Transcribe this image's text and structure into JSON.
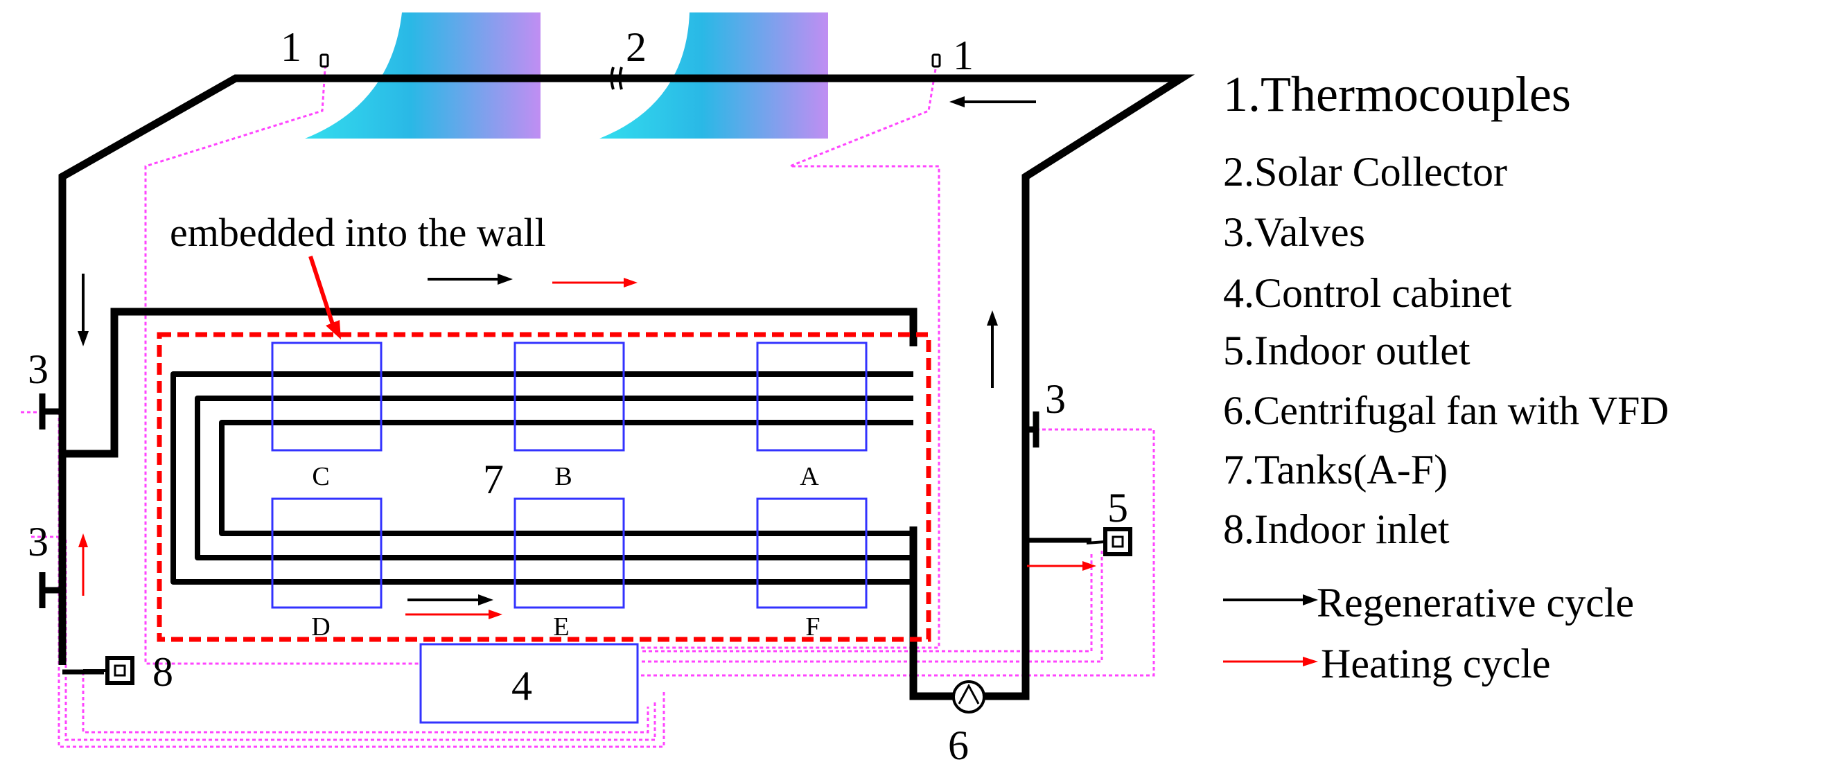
{
  "labels": {
    "thermocouple_left": "1",
    "thermocouple_right": "1",
    "collector": "2",
    "valve_upper_left": "3",
    "valve_lower_left": "3",
    "valve_right": "3",
    "cabinet": "4",
    "outlet": "5",
    "fan": "6",
    "tanks": "7",
    "inlet": "8"
  },
  "annotation": "embedded into the wall",
  "tanks": {
    "c": "C",
    "b": "B",
    "a": "A",
    "d": "D",
    "e": "E",
    "f": "F"
  },
  "legend": {
    "items": [
      "1.Thermocouples",
      "2.Solar Collector",
      "3.Valves",
      "4.Control cabinet",
      "5.Indoor outlet",
      "6.Centrifugal fan with VFD",
      "7.Tanks(A-F)",
      "8.Indoor inlet"
    ],
    "regenerative": "Regenerative cycle",
    "heating": "Heating cycle"
  },
  "colors": {
    "duct": "#000000",
    "wall_boundary": "#ff0000",
    "heating_arrow": "#ff0000",
    "tank_outline": "#3333ff",
    "wiring": "#ff44ff"
  }
}
